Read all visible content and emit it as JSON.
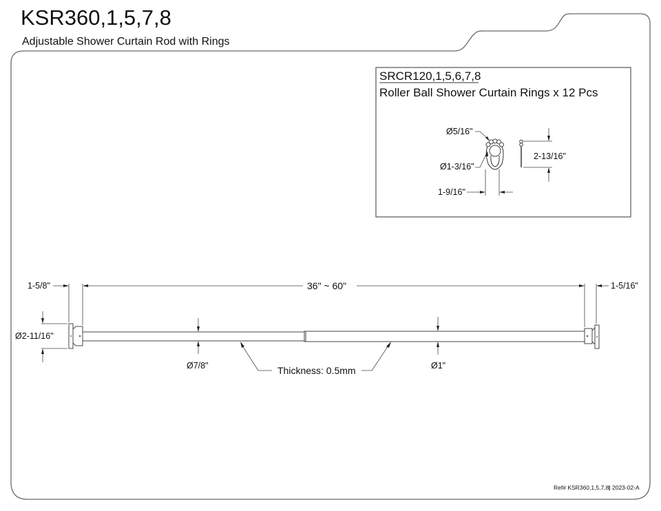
{
  "header": {
    "model": "KSR360,1,5,7,8",
    "description": "Adjustable Shower Curtain Rod with Rings"
  },
  "inset": {
    "model": "SRCR120,1,5,6,7,8",
    "description": "Roller Ball Shower Curtain Rings x 12 Pcs",
    "dimensions": {
      "ball_diameter": "Ø5/16\"",
      "ring_diameter": "Ø1-3/16\"",
      "ring_width": "1-9/16\"",
      "ring_height": "2-13/16\""
    }
  },
  "rod": {
    "dimensions": {
      "left_flange_depth": "1-5/8\"",
      "length_range": "36\" ~ 60\"",
      "right_flange_depth": "1-5/16\"",
      "flange_diameter": "Ø2-11/16\"",
      "inner_tube_diameter": "Ø7/8\"",
      "outer_tube_diameter": "Ø1\"",
      "thickness": "Thickness: 0.5mm"
    }
  },
  "footer": {
    "ref_label": "Ref# KSR360,1,5,7,8",
    "separator": "|",
    "revision": "2023-02-A"
  }
}
